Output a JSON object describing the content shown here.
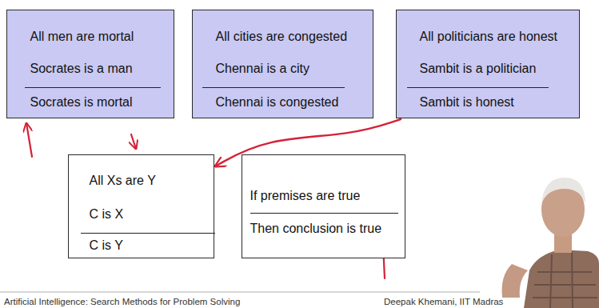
{
  "diagram": {
    "nodes": [
      {
        "text": [
          "All men are mortal",
          "Socrates is a man",
          "Socrates is mortal"
        ]
      },
      {
        "text": [
          "All cities are congested",
          "Chennai is a city",
          "Chennai is congested"
        ]
      },
      {
        "text": [
          "All politicians are honest",
          "Sambit is a politician",
          "Sambit is honest"
        ]
      },
      {
        "text": [
          "All Xs are Y",
          "C is X",
          "C is Y"
        ]
      },
      {
        "text": [
          "If premises are true",
          "Then conclusion is true"
        ]
      }
    ],
    "edges": [
      {
        "from": 2,
        "to": 3,
        "arrow": "to"
      }
    ],
    "labels": [
      "Artificial Intelligence: Search Methods for Problem Solving",
      "Deepak Khemani, IIT Madras"
    ]
  }
}
